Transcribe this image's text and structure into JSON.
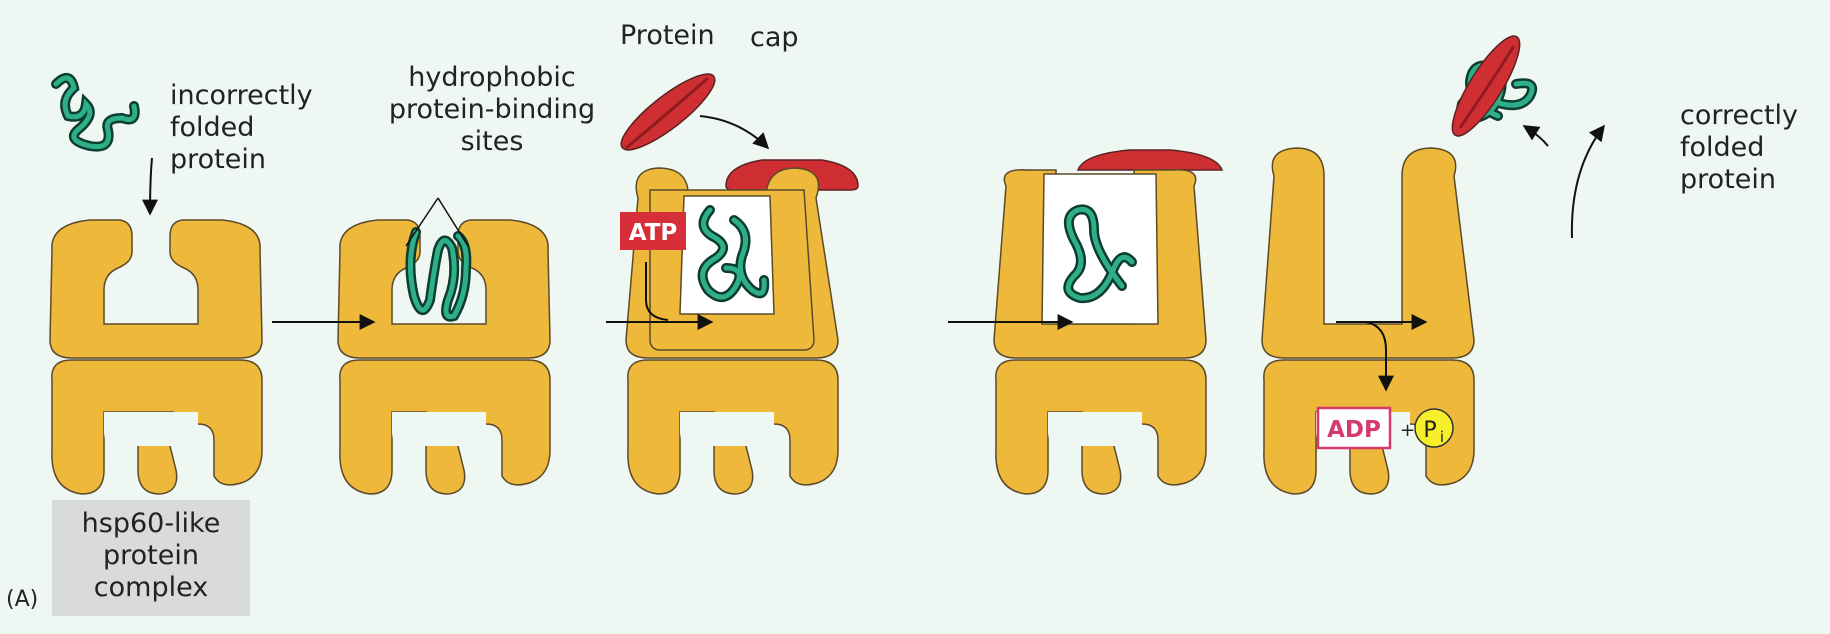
{
  "labels": {
    "incorrectly_folded": [
      "incorrectly",
      "folded",
      "protein"
    ],
    "hydrophobic_sites": [
      "hydrophobic",
      "protein-binding",
      "sites"
    ],
    "protein": "Protein",
    "cap": "cap",
    "correctly_folded": [
      "correctly",
      "folded",
      "protein"
    ],
    "complex": [
      "hsp60-like",
      "protein",
      "complex"
    ],
    "panel": "(A)"
  },
  "badges": {
    "atp": "ATP",
    "adp": "ADP",
    "plus": "+",
    "pi": "P",
    "pi_sub": "i"
  },
  "colors": {
    "background": "#eef7f1",
    "complex": "#eeb83b",
    "cap": "#cf2e33",
    "protein": "#1f8a70",
    "atp_badge": "#d62f3a",
    "adp_border": "#d63a6a",
    "pi_fill": "#f6ef2a",
    "label_box": "#d9dbd8"
  }
}
